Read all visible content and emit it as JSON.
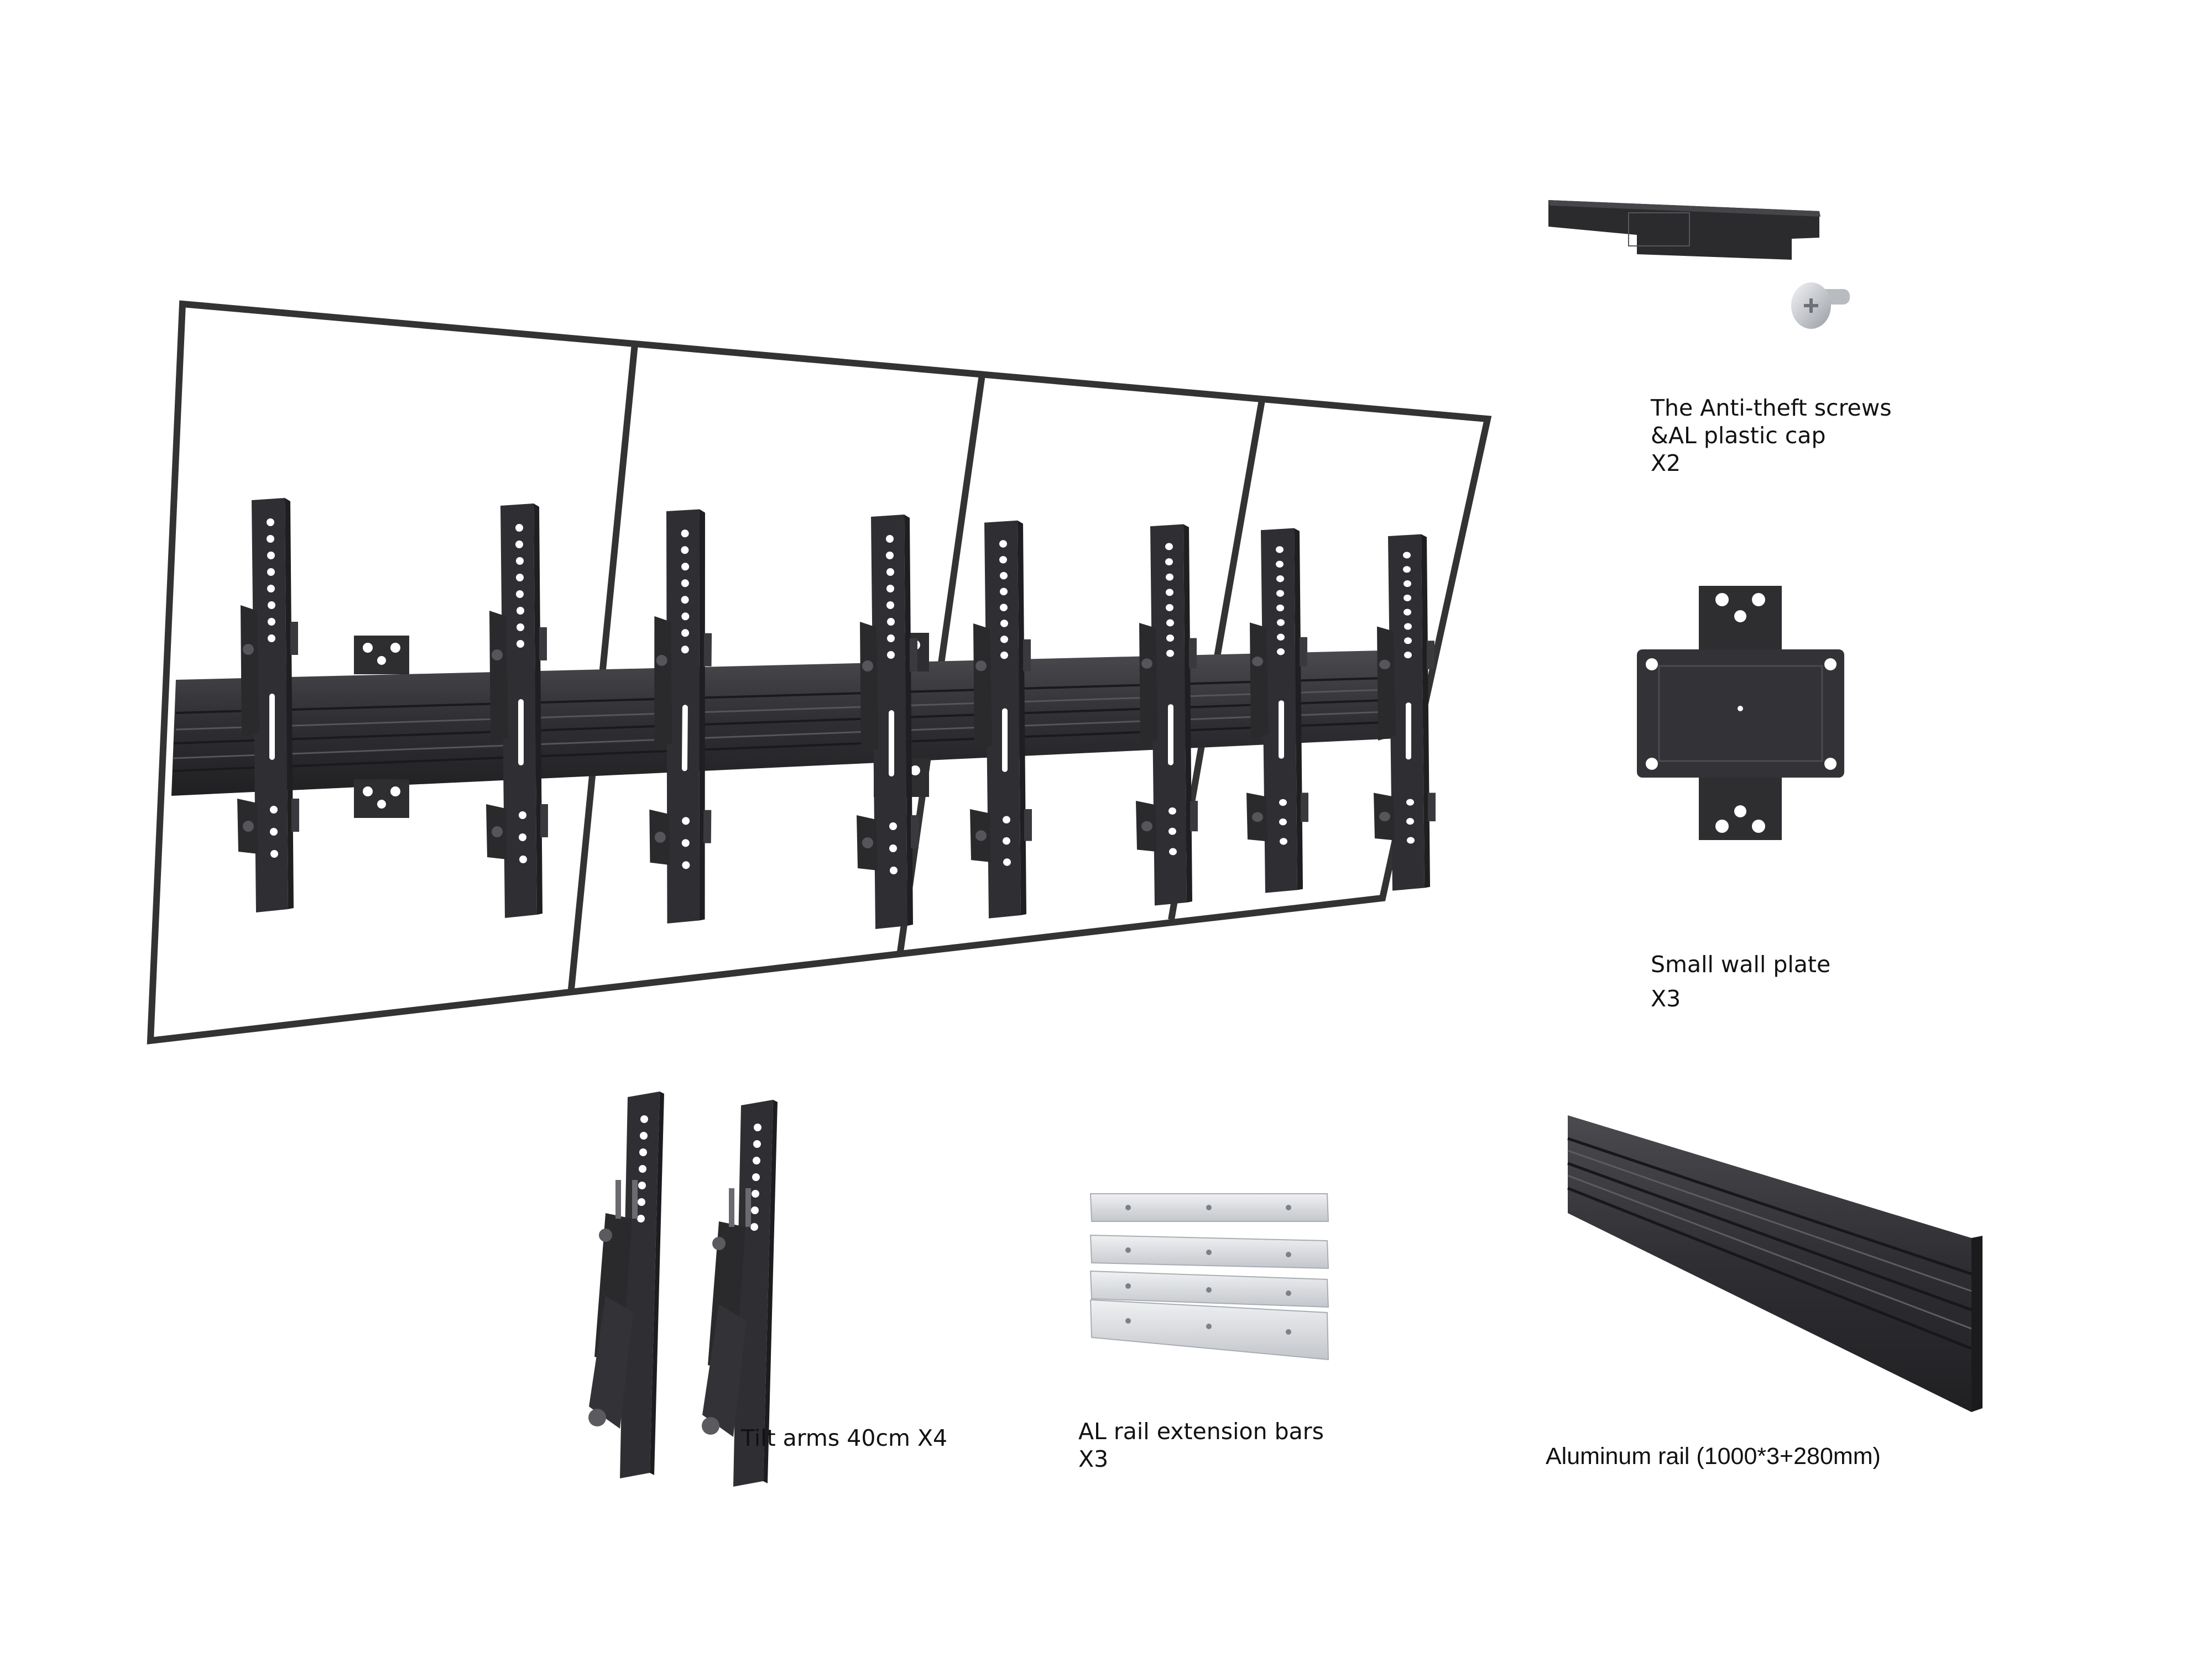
{
  "canvas": {
    "background": "#ffffff"
  },
  "parts": {
    "anti_theft": {
      "line1": "The Anti-theft screws",
      "line2": "&AL plastic cap",
      "line3": "X2",
      "icon": "screw-and-cap-icon"
    },
    "small_wall_plate": {
      "name": "Small wall plate",
      "qty": "X3",
      "icon": "wall-plate-icon"
    },
    "tilt_arms": {
      "label": "Tilt arms 40cm X4",
      "icon": "tilt-arm-icon"
    },
    "extension_bars": {
      "line1": "AL rail extension bars",
      "line2": "X3",
      "icon": "extension-bar-icon"
    },
    "aluminum_rail": {
      "label": "Aluminum rail (1000*3+280mm)",
      "icon": "aluminum-rail-icon"
    }
  },
  "colors": {
    "metal_dark": "#2e2e31",
    "metal_mid": "#3f3f43",
    "frame": "#333333",
    "aluminum": "#d7dade",
    "screw": "#c9ccd0"
  }
}
